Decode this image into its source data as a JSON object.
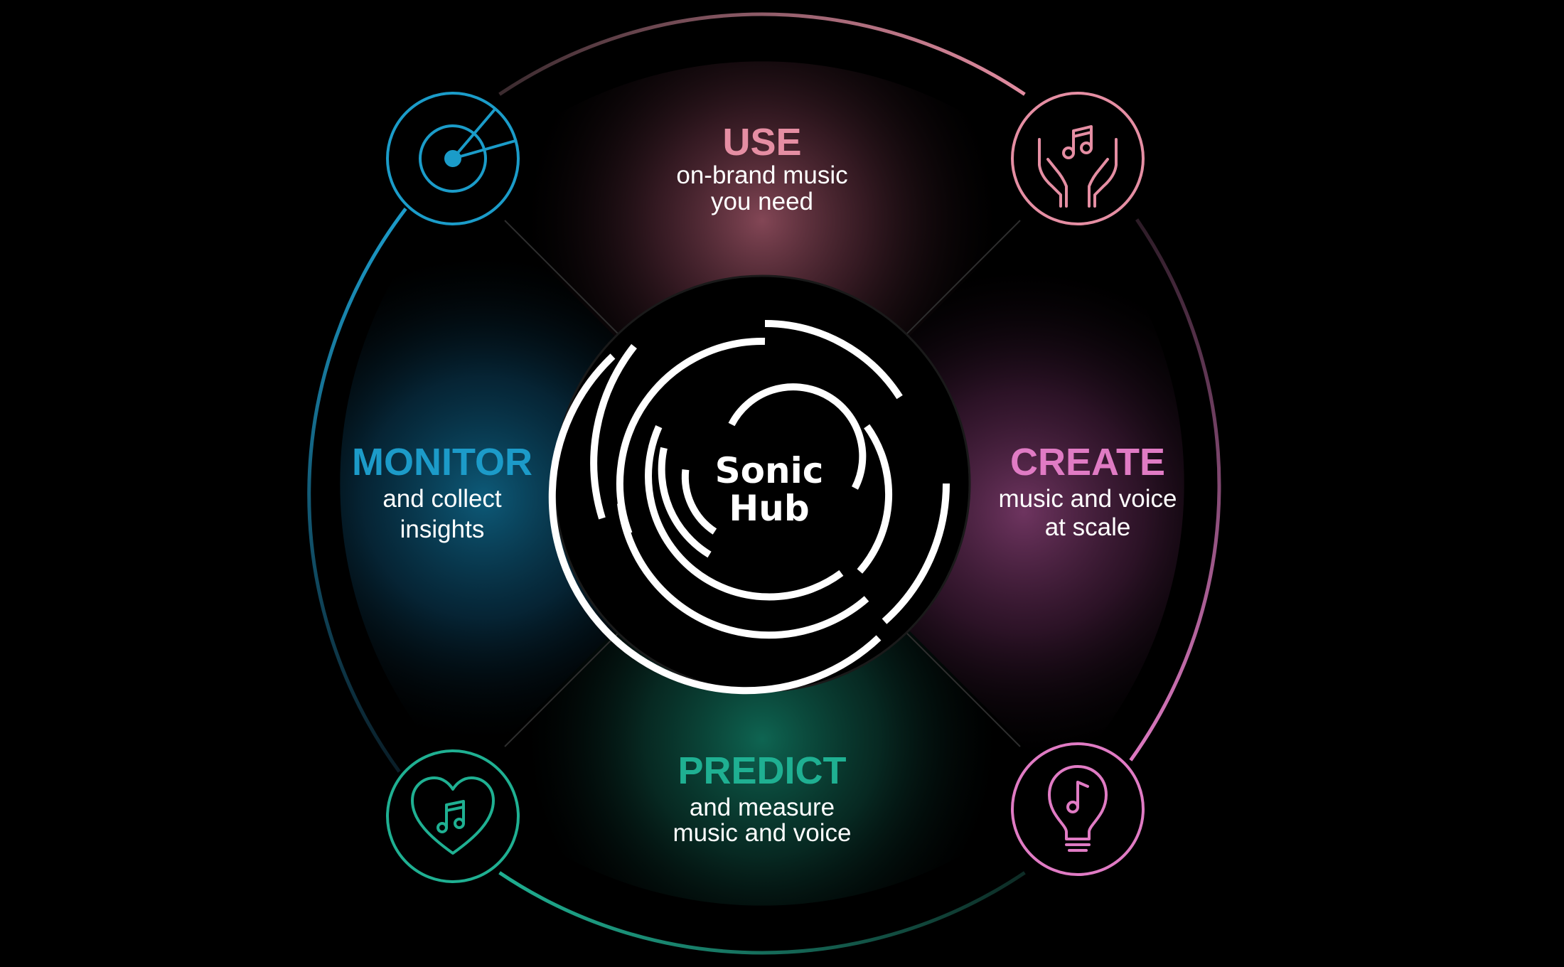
{
  "hub": {
    "line1": "Sonic",
    "line2": "Hub"
  },
  "segments": [
    {
      "id": "use",
      "title": "USE",
      "line1": "on-brand music",
      "line2": "you need",
      "color": "#e58ea3"
    },
    {
      "id": "create",
      "title": "CREATE",
      "line1": "music and voice",
      "line2": "at scale",
      "color": "#e07bc4"
    },
    {
      "id": "predict",
      "title": "PREDICT",
      "line1": "and measure",
      "line2": "music and voice",
      "color": "#1fb092"
    },
    {
      "id": "monitor",
      "title": "MONITOR",
      "line1": "and collect",
      "line2": "insights",
      "color": "#1c9bc9"
    }
  ],
  "icons": [
    {
      "name": "radar-target-icon",
      "color": "#1b9cc9"
    },
    {
      "name": "hands-music-notes-icon",
      "color": "#e58ea3"
    },
    {
      "name": "heart-music-note-icon",
      "color": "#1fb092"
    },
    {
      "name": "lightbulb-music-note-icon",
      "color": "#e07bc4"
    }
  ],
  "colors": {
    "background": "#000000",
    "hub_fill": "#000000",
    "hub_rings": "#ffffff"
  }
}
